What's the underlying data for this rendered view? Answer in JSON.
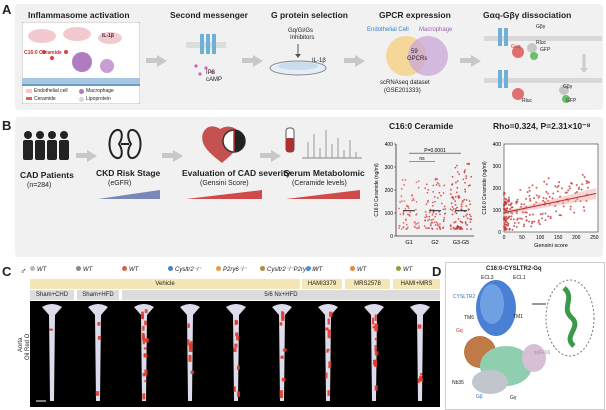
{
  "panel_labels": [
    "A",
    "B",
    "C",
    "D"
  ],
  "panelA": {
    "titles": [
      "Inflammasome activation",
      "Second messenger",
      "G protein selection",
      "GPCR expression",
      "Gαq-Gβγ dissociation"
    ],
    "inflammasome": {
      "il1b": "IL-1β",
      "ceramide_label": "C16:0 Ceramide",
      "legend": [
        "Endothelial cell",
        "Macrophage",
        "Ceramide",
        "Lipoprotein"
      ]
    },
    "second_messenger": {
      "ip3": "IP3",
      "camp": "cAMP"
    },
    "g_protein": {
      "inhibitors": "Gq/Gi/Gs",
      "inhibitors2": "Inhibitors",
      "il1b": "IL-1β"
    },
    "gpcr": {
      "endothelial": "Endothelial Cell",
      "macrophage": "Macrophage",
      "count": "59",
      "count_label": "GPCRs",
      "dataset": "scRNAseq dataset",
      "dataset_id": "(GSE201333)"
    },
    "dissociation": {
      "gbg": "Gβγ",
      "rluc": "Rluc",
      "gfp": "GFP",
      "gaq": "Gαq"
    }
  },
  "panelB": {
    "cad_patients": "CAD Patients",
    "n": "(n=284)",
    "ckd": "CKD Risk Stage",
    "egfr": "(eGFR)",
    "eval": "Evaluation of CAD severity",
    "gensini": "(Gensini Score)",
    "serum": "Serum Metabolomic",
    "ceramide_levels": "(Ceramide levels)",
    "chart_title": "C16:0 Ceramide",
    "scatter_title": "Rho=0.324, P=2.31×10⁻⁸"
  },
  "chart_data": [
    {
      "type": "scatter",
      "title": "C16:0 Ceramide",
      "ylabel": "C16:0 Ceramide (ng/ml)",
      "categories": [
        "G1",
        "G2",
        "G3-G5"
      ],
      "ylim": [
        0,
        400
      ],
      "yticks": [
        0,
        100,
        200,
        300,
        400
      ],
      "annotations": [
        "P=0.0001",
        "ns"
      ]
    },
    {
      "type": "scatter",
      "title": "Rho=0.324, P=2.31×10⁻⁸",
      "xlabel": "Gensini score",
      "ylabel": "C16:0 Ceramide (ng/ml)",
      "xlim": [
        0,
        260
      ],
      "ylim": [
        0,
        400
      ],
      "xticks": [
        0,
        50,
        100,
        150,
        200,
        250
      ],
      "yticks": [
        0,
        100,
        200,
        300,
        400
      ]
    }
  ],
  "panelC": {
    "male": "♂",
    "genotypes": [
      "WT",
      "WT",
      "WT",
      "Cysltr2⁻/⁻",
      "P2ry6⁻/⁻",
      "Cysltr2⁻/⁻P2ry6⁻/⁻",
      "WT",
      "WT",
      "WT"
    ],
    "genotype_colors": [
      "#bbbbbb",
      "#888888",
      "#e05a4a",
      "#4a7fd4",
      "#e0a040",
      "#b08840",
      "#5090d8",
      "#e08a40",
      "#90a040"
    ],
    "vehicle": "Vehicle",
    "treatments": [
      "HAMI3379",
      "MRS2578",
      "HAMI+MRS"
    ],
    "surgery": [
      "Sham+CHD",
      "Sham+HFD",
      "5/6 Nx+HFD"
    ],
    "side_label": [
      "Aorta",
      "Oil Red O"
    ]
  },
  "panelD": {
    "title": "C16:0-CYSLTR2-Gq",
    "labels": [
      "ECL3",
      "ECL1",
      "CYSLTR2",
      "TM6",
      "TM1",
      "Gq",
      "scFv16",
      "Nb35",
      "Gβ",
      "Gγ"
    ]
  }
}
